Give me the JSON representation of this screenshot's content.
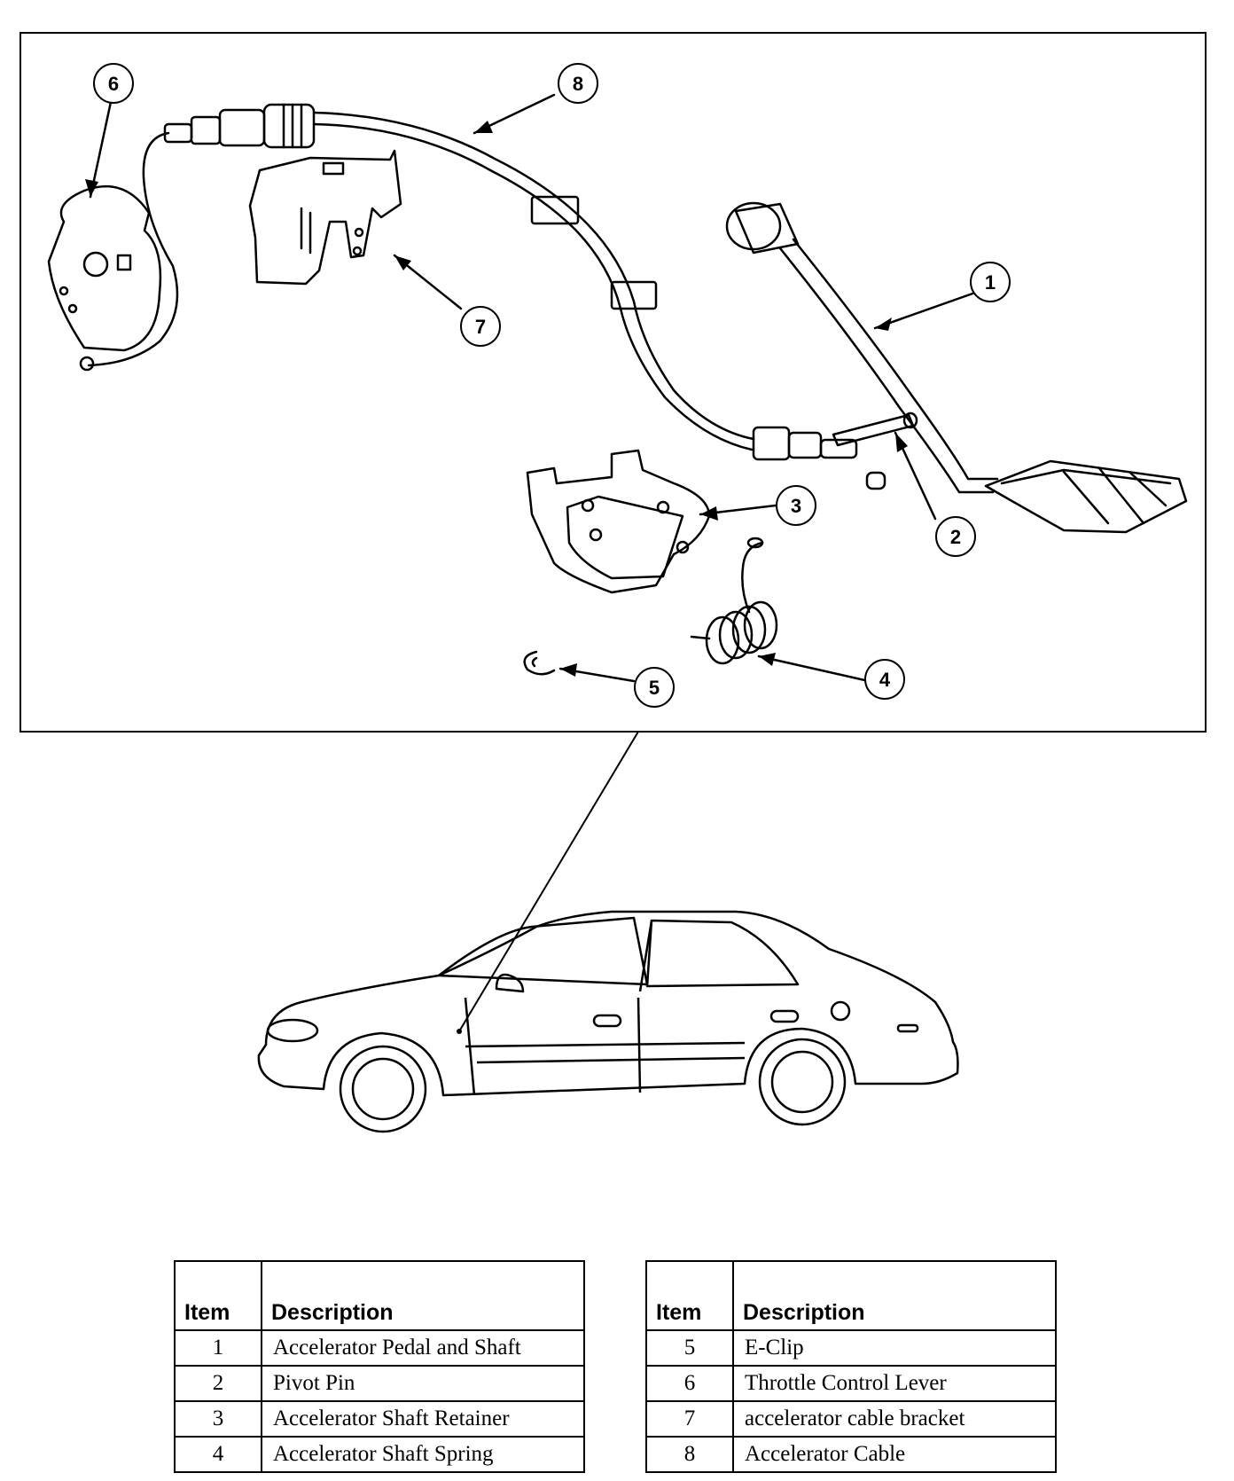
{
  "callouts": [
    "1",
    "2",
    "3",
    "4",
    "5",
    "6",
    "7",
    "8"
  ],
  "tables": {
    "headers": {
      "item": "Item",
      "description": "Description"
    },
    "left": [
      {
        "item": "1",
        "description": "Accelerator Pedal and Shaft"
      },
      {
        "item": "2",
        "description": "Pivot Pin"
      },
      {
        "item": "3",
        "description": "Accelerator Shaft Retainer"
      },
      {
        "item": "4",
        "description": "Accelerator Shaft Spring"
      }
    ],
    "right": [
      {
        "item": "5",
        "description": "E-Clip"
      },
      {
        "item": "6",
        "description": "Throttle Control Lever"
      },
      {
        "item": "7",
        "description": "accelerator cable bracket"
      },
      {
        "item": "8",
        "description": "Accelerator Cable"
      }
    ]
  }
}
